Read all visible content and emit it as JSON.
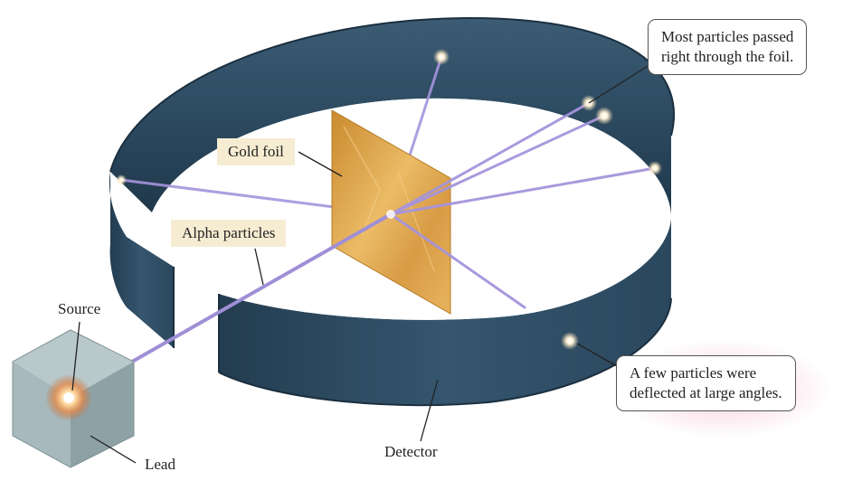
{
  "labels": {
    "gold_foil": "Gold foil",
    "alpha_particles": "Alpha particles",
    "source": "Source",
    "lead": "Lead",
    "detector": "Detector"
  },
  "callouts": {
    "most_passed": [
      "Most particles passed",
      "right through the foil."
    ],
    "few_deflected": [
      "A few particles were",
      "deflected at large angles."
    ]
  },
  "colors": {
    "detector_band": "#2f4d63",
    "detector_band_dark": "#1e3446",
    "gold_foil": "#e0aa4f",
    "beam": "#9f8fd6",
    "lead_block": "#9fb3b6",
    "label_tag_bg": "#f6ecd2"
  }
}
